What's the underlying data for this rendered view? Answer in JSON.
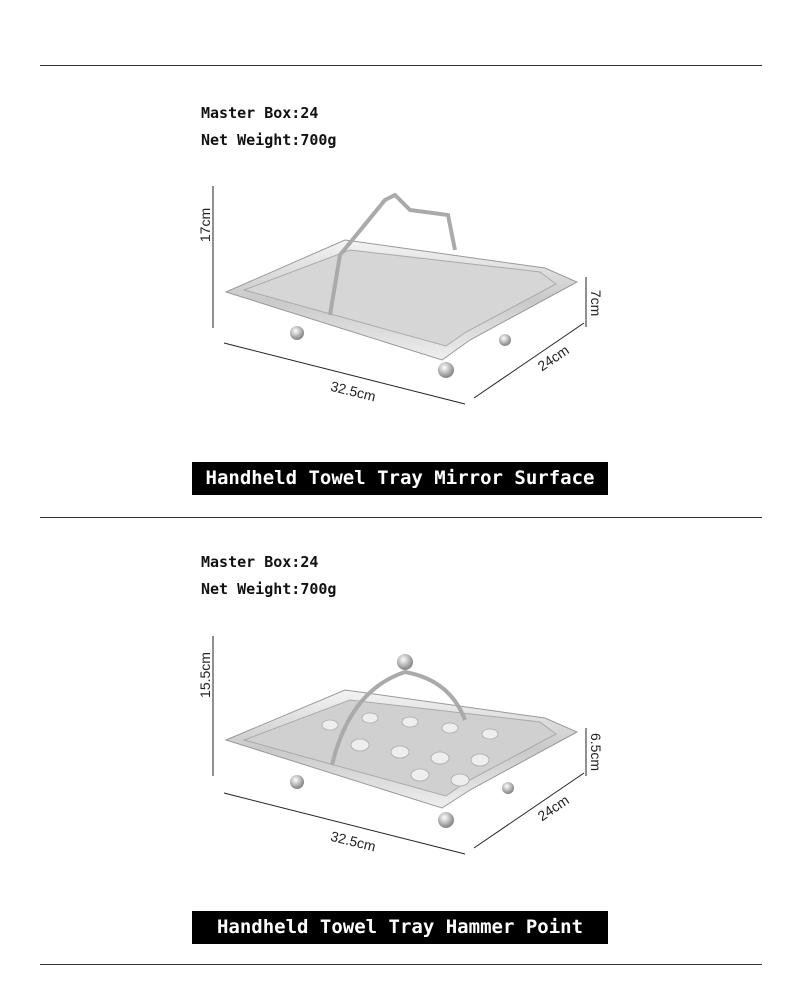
{
  "products": [
    {
      "master_box": "Master Box:24",
      "net_weight": "Net Weight:700g",
      "height": "17cm",
      "length": "32.5cm",
      "width": "24cm",
      "depth": "7cm",
      "title": "Handheld Towel Tray Mirror Surface",
      "finish": "mirror"
    },
    {
      "master_box": "Master Box:24",
      "net_weight": "Net Weight:700g",
      "height": "15.5cm",
      "length": "32.5cm",
      "width": "24cm",
      "depth": "6.5cm",
      "title": "Handheld Towel Tray Hammer Point",
      "finish": "hammered"
    }
  ]
}
